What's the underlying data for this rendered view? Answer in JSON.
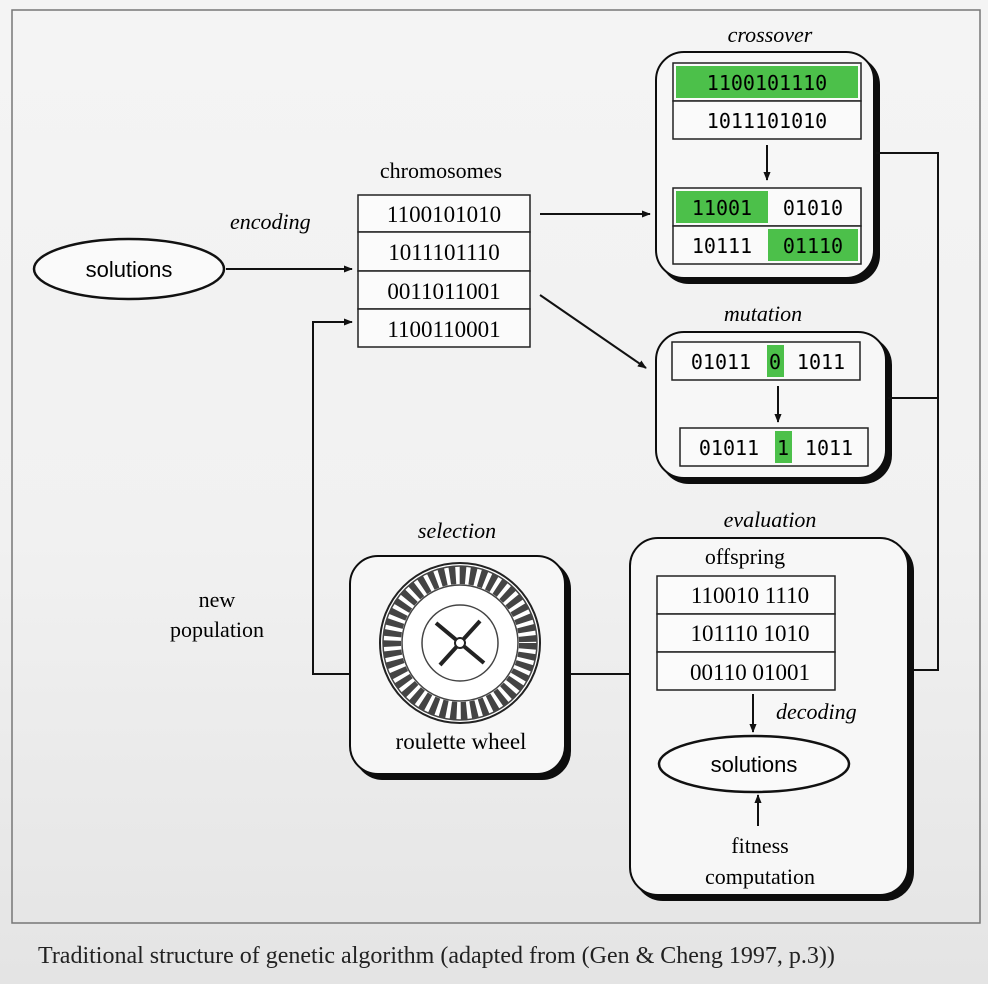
{
  "entry": {
    "solutions_label": "solutions",
    "encoding_label": "encoding"
  },
  "chromosomes": {
    "title": "chromosomes",
    "rows": [
      "1100101010",
      "1011101110",
      "0011011001",
      "1100110001"
    ]
  },
  "crossover": {
    "title": "crossover",
    "parents": [
      "1100101110",
      "1011101010"
    ],
    "children": [
      {
        "highlight": "11001",
        "rest": "01010"
      },
      {
        "prefix": "10111",
        "highlight": "01110"
      }
    ]
  },
  "mutation": {
    "title": "mutation",
    "before": {
      "prefix": "01011",
      "bit": "0",
      "suffix": "1011"
    },
    "after": {
      "prefix": "01011",
      "bit": "1",
      "suffix": "1011"
    }
  },
  "selection": {
    "title": "selection",
    "wheel_label": "roulette wheel"
  },
  "evaluation": {
    "title": "evaluation",
    "offspring_title": "offspring",
    "rows": [
      "110010 1110",
      "101110 1010",
      "00110 01001"
    ],
    "decoding_label": "decoding",
    "solutions_label": "solutions",
    "fitness_label_1": "fitness",
    "fitness_label_2": "computation"
  },
  "loop": {
    "new_population_1": "new",
    "new_population_2": "population"
  },
  "caption": "Traditional structure of genetic algorithm (adapted from (Gen & Cheng 1997, p.3))",
  "colors": {
    "highlight": "#4cc04a",
    "border": "#222222",
    "panel_bg": "#f7f7f7",
    "page_bg": "#f1f1f1"
  }
}
